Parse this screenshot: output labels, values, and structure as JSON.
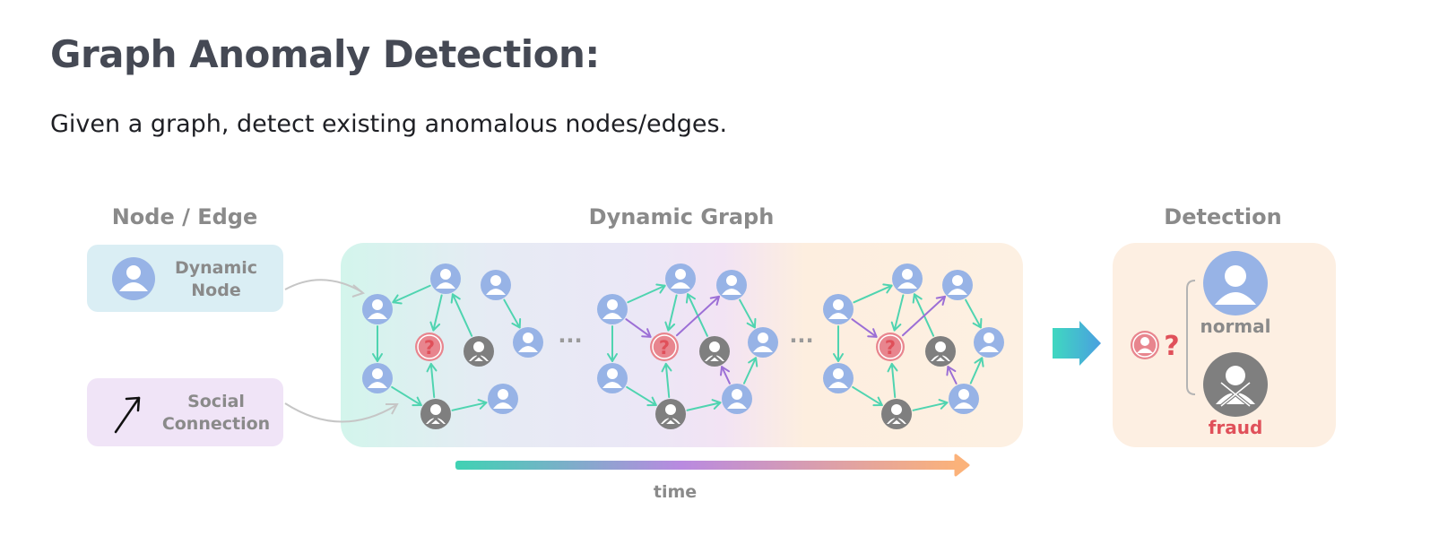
{
  "title": "Graph Anomaly Detection:",
  "subtitle": "Given a graph, detect existing anomalous nodes/edges.",
  "sections": {
    "node_edge": "Node / Edge",
    "dynamic_graph": "Dynamic Graph",
    "detection": "Detection"
  },
  "legend": {
    "node_line1": "Dynamic",
    "node_line2": "Node",
    "edge_line1": "Social",
    "edge_line2": "Connection"
  },
  "question_mark": "?",
  "ellipsis": "···",
  "detection": {
    "normal_label": "normal",
    "fraud_label": "fraud"
  },
  "time_label": "time",
  "colors": {
    "normal_node": "#97b3e6",
    "fraud_node": "#7f7f7f",
    "unknown_node": "#e8858e",
    "edge_teal": "#4fd4b0",
    "edge_purple": "#9c6fd6",
    "fraud_text": "#e0505a",
    "label_gray": "#8a8a8a"
  }
}
